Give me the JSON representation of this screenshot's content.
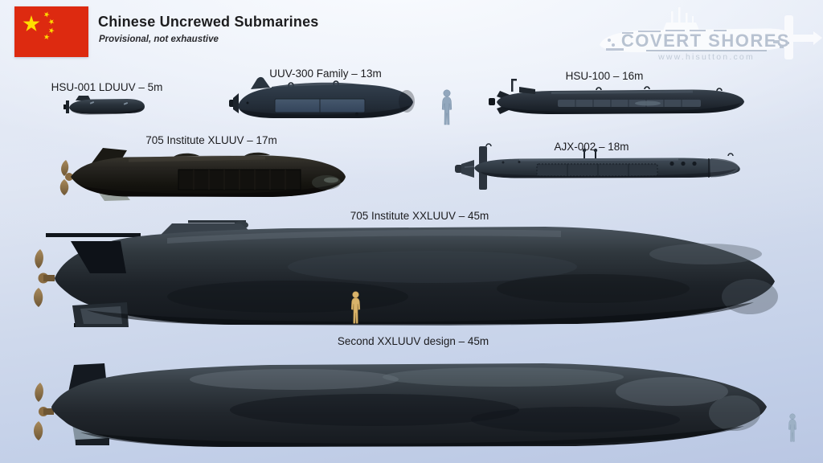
{
  "header": {
    "title": "Chinese Uncrewed Submarines",
    "subtitle": "Provisional, not exhaustive"
  },
  "branding": {
    "logo_text": "COVERT SHORES",
    "logo_url": "www.hisutton.com"
  },
  "diagram": {
    "type": "size-comparison",
    "unit": "meters",
    "submarines": [
      {
        "id": "hsu-001",
        "name": "HSU-001 LDUUV",
        "length_m": 5,
        "label": "HSU-001 LDUUV – 5m"
      },
      {
        "id": "uuv-300",
        "name": "UUV-300 Family",
        "length_m": 13,
        "label": "UUV-300 Family – 13m"
      },
      {
        "id": "hsu-100",
        "name": "HSU-100",
        "length_m": 16,
        "label": "HSU-100 – 16m"
      },
      {
        "id": "705-xluuv",
        "name": "705 Institute XLUUV",
        "length_m": 17,
        "label": "705 Institute XLUUV – 17m"
      },
      {
        "id": "ajx-002",
        "name": "AJX-002",
        "length_m": 18,
        "label": "AJX-002 – 18m"
      },
      {
        "id": "705-xxluuv",
        "name": "705 Institute XXLUUV",
        "length_m": 45,
        "label": "705 Institute XXLUUV – 45m"
      },
      {
        "id": "second-xxluuv",
        "name": "Second XXLUUV design",
        "length_m": 45,
        "label": "Second XXLUUV design – 45m"
      }
    ],
    "scale_figure_count": 3
  },
  "colors": {
    "background_top": "#f2f5fb",
    "background_bottom": "#bac7e3",
    "flag_red": "#dd2a10",
    "flag_yellow": "#ffde00",
    "hull_dark_navy": "#262e38",
    "hull_brown_black": "#1d1c18",
    "propeller_bronze": "#8a6c42",
    "figure_blue": "#92a7bd",
    "figure_tan": "#d9b36a",
    "label_text": "#1c1c1f",
    "logo_white": "#fbfcfe"
  }
}
